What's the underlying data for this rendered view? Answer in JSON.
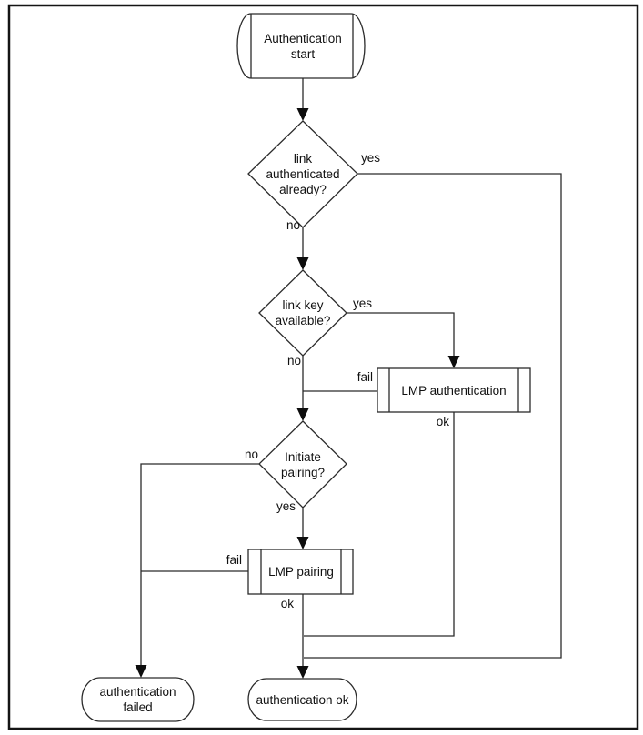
{
  "diagram": {
    "type": "flowchart",
    "subject": "link authentication procedure",
    "colors": {
      "background": "#ffffff",
      "stroke": "#2b2b2b",
      "border": "#141414",
      "text": "#111111",
      "arrowhead": "#0d0d0d"
    },
    "nodes": {
      "start": {
        "type": "terminator",
        "label": "Authentication start"
      },
      "d1": {
        "type": "decision",
        "label": "link authenticated already?"
      },
      "d2": {
        "type": "decision",
        "label": "link key available?"
      },
      "lmpauth": {
        "type": "predefined-process",
        "label": "LMP authentication"
      },
      "d3": {
        "type": "decision",
        "label": "Initiate pairing?"
      },
      "lmppair": {
        "type": "predefined-process",
        "label": "LMP pairing"
      },
      "failed": {
        "type": "terminator",
        "label": "authentication failed"
      },
      "ok": {
        "type": "terminator",
        "label": "authentication ok"
      }
    },
    "edges": {
      "d1_yes": {
        "label": "yes",
        "from": "d1",
        "to": "ok"
      },
      "d1_no": {
        "label": "no",
        "from": "d1",
        "to": "d2"
      },
      "d2_yes": {
        "label": "yes",
        "from": "d2",
        "to": "lmpauth"
      },
      "d2_no": {
        "label": "no",
        "from": "d2",
        "to": "d3"
      },
      "lmpauth_fail": {
        "label": "fail",
        "from": "lmpauth",
        "to": "d3"
      },
      "lmpauth_ok": {
        "label": "ok",
        "from": "lmpauth",
        "to": "ok"
      },
      "d3_no": {
        "label": "no",
        "from": "d3",
        "to": "failed"
      },
      "d3_yes": {
        "label": "yes",
        "from": "d3",
        "to": "lmppair"
      },
      "lmppair_fail": {
        "label": "fail",
        "from": "lmppair",
        "to": "failed"
      },
      "lmppair_ok": {
        "label": "ok",
        "from": "lmppair",
        "to": "ok"
      }
    }
  }
}
